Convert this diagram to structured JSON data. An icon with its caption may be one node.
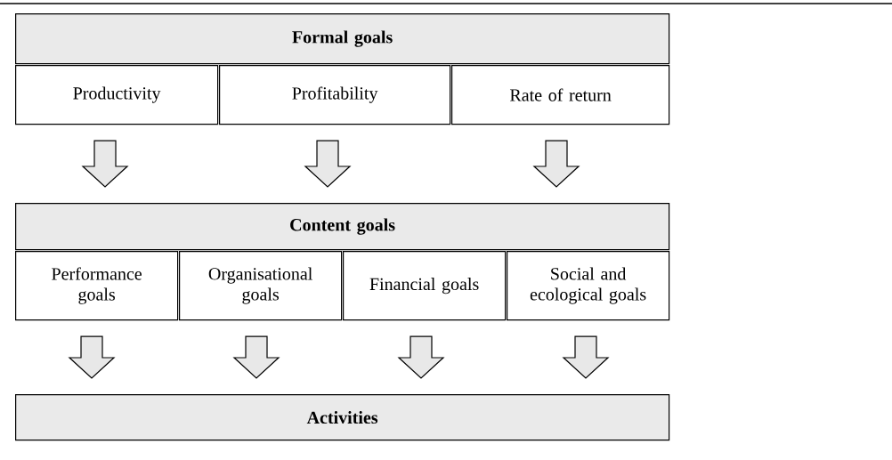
{
  "diagram": {
    "nodes": [
      {
        "text": [
          "Formal goals"
        ]
      },
      {
        "text": [
          "Productivity"
        ]
      },
      {
        "text": [
          "Profitability"
        ]
      },
      {
        "text": [
          "Rate of return"
        ]
      },
      {
        "text": [
          "Content goals"
        ]
      },
      {
        "text": [
          "Performance goals"
        ]
      },
      {
        "text": [
          "Organisational goals"
        ]
      },
      {
        "text": [
          "Financial goals"
        ]
      },
      {
        "text": [
          "Social and ecological goals"
        ]
      },
      {
        "text": [
          "Activities"
        ]
      }
    ],
    "edges": [
      {
        "from": 1,
        "to": 4,
        "arrow": "to"
      },
      {
        "from": 2,
        "to": 4,
        "arrow": "to"
      },
      {
        "from": 3,
        "to": 4,
        "arrow": "to"
      },
      {
        "from": 5,
        "to": 9,
        "arrow": "to"
      },
      {
        "from": 6,
        "to": 9,
        "arrow": "to"
      },
      {
        "from": 7,
        "to": 9,
        "arrow": "to"
      },
      {
        "from": 8,
        "to": 9,
        "arrow": "to"
      }
    ]
  }
}
